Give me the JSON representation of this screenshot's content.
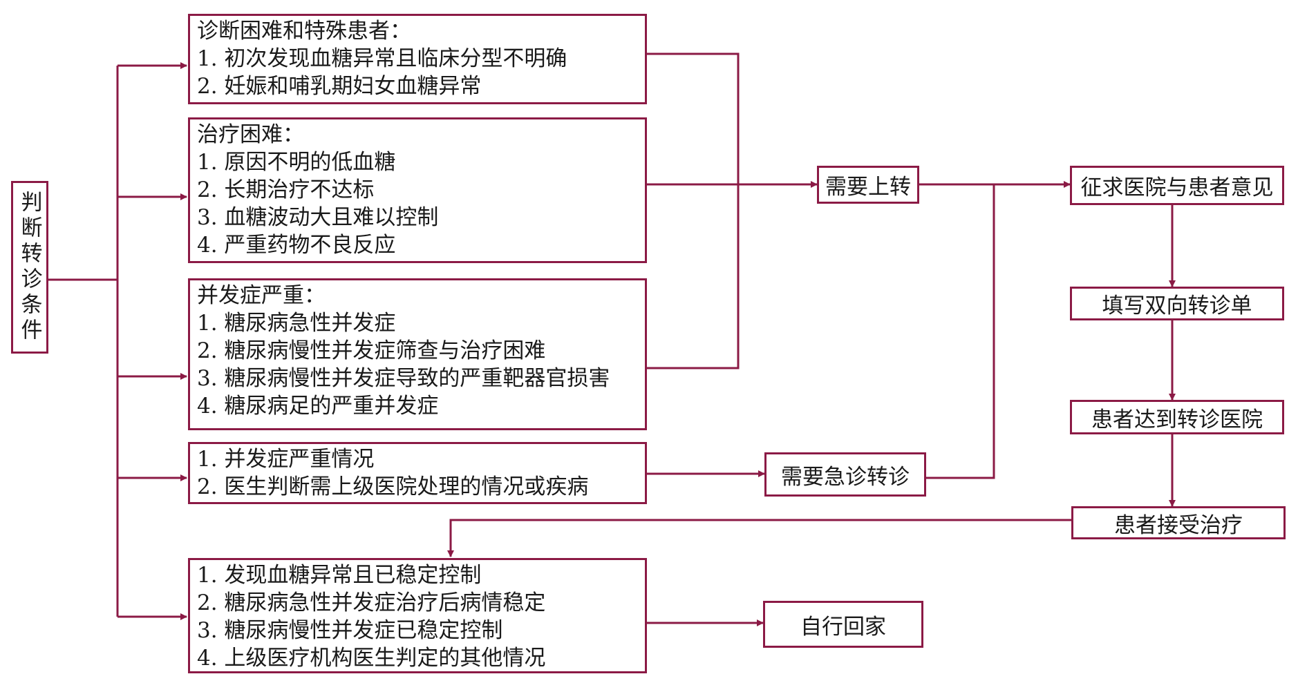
{
  "theme": {
    "line_color": "#8b1a45"
  },
  "judge": {
    "label": "判断转诊条件"
  },
  "box_a": {
    "lines": [
      "诊断困难和特殊患者：",
      "1. 初次发现血糖异常且临床分型不明确",
      "2. 妊娠和哺乳期妇女血糖异常"
    ]
  },
  "box_b": {
    "lines": [
      "治疗困难：",
      "1. 原因不明的低血糖",
      "2. 长期治疗不达标",
      "3. 血糖波动大且难以控制",
      "4. 严重药物不良反应"
    ]
  },
  "box_c": {
    "lines": [
      "并发症严重：",
      "1. 糖尿病急性并发症",
      "2. 糖尿病慢性并发症筛查与治疗困难",
      "3. 糖尿病慢性并发症导致的严重靶器官损害",
      "4. 糖尿病足的严重并发症"
    ]
  },
  "box_d": {
    "lines": [
      "1. 并发症严重情况",
      "2. 医生判断需上级医院处理的情况或疾病"
    ]
  },
  "box_e": {
    "lines": [
      "1. 发现血糖异常且已稳定控制",
      "2. 糖尿病急性并发症治疗后病情稳定",
      "3. 糖尿病慢性并发症已稳定控制",
      "4. 上级医疗机构医生判定的其他情况"
    ]
  },
  "upward": {
    "label": "需要上转"
  },
  "emergency": {
    "label": "需要急诊转诊"
  },
  "home": {
    "label": "自行回家"
  },
  "consult": {
    "label": "征求医院与患者意见"
  },
  "form": {
    "label": "填写双向转诊单"
  },
  "arrive": {
    "label": "患者达到转诊医院"
  },
  "treat": {
    "label": "患者接受治疗"
  }
}
